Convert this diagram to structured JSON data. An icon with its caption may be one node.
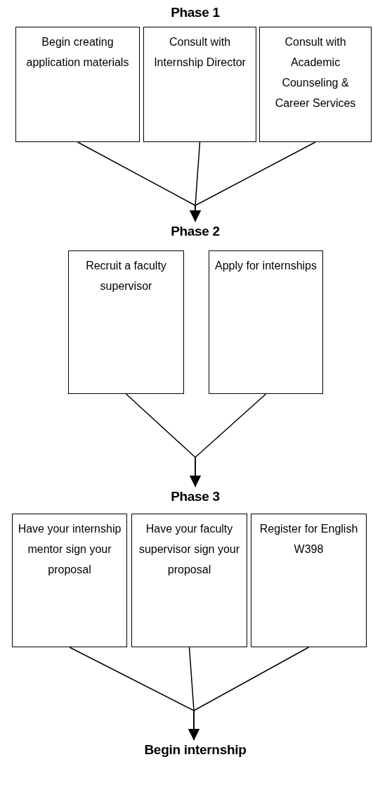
{
  "diagram": {
    "nodes": [
      {
        "text": [
          "Phase 1"
        ]
      },
      {
        "text": [
          "Begin creating application materials"
        ]
      },
      {
        "text": [
          "Consult with Internship Director"
        ]
      },
      {
        "text": [
          "Consult with Academic Counseling & Career Services"
        ]
      },
      {
        "text": [
          "Phase 2"
        ]
      },
      {
        "text": [
          "Recruit a faculty supervisor"
        ]
      },
      {
        "text": [
          "Apply for internships"
        ]
      },
      {
        "text": [
          "Phase 3"
        ]
      },
      {
        "text": [
          "Have your internship mentor sign your proposal"
        ]
      },
      {
        "text": [
          "Have your faculty supervisor sign your proposal"
        ]
      },
      {
        "text": [
          "Register for English W398"
        ]
      },
      {
        "text": [
          "Begin internship"
        ]
      }
    ],
    "edges": [
      {
        "from": 1,
        "to": 4,
        "arrow": "to"
      },
      {
        "from": 2,
        "to": 4,
        "arrow": "to"
      },
      {
        "from": 3,
        "to": 4,
        "arrow": "to"
      },
      {
        "from": 5,
        "to": 7,
        "arrow": "to"
      },
      {
        "from": 6,
        "to": 7,
        "arrow": "to"
      },
      {
        "from": 8,
        "to": 11,
        "arrow": "to"
      },
      {
        "from": 9,
        "to": 11,
        "arrow": "to"
      },
      {
        "from": 10,
        "to": 11,
        "arrow": "to"
      }
    ]
  }
}
